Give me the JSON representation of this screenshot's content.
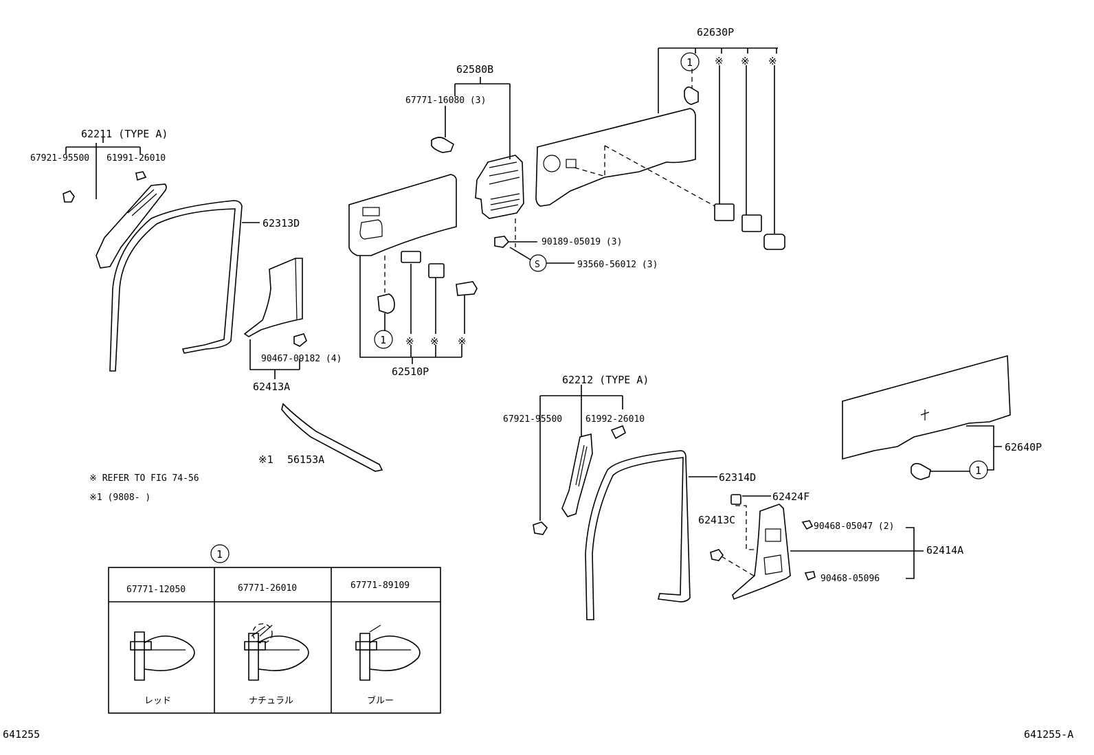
{
  "labels": {
    "p62630P": "62630P",
    "p62580B": "62580B",
    "p67771_16080": "67771-16080 (3)",
    "p62211": "62211 (TYPE  A)",
    "p67921_95500_a": "67921-95500",
    "p61991_26010": "61991-26010",
    "p62313D": "62313D",
    "p90189": "90189-05019 (3)",
    "p93560": "93560-56012 (3)",
    "s_mark": "S",
    "p90467": "90467-09182 (4)",
    "p62413A": "62413A",
    "p62510P": "62510P",
    "p62212": "62212 (TYPE  A)",
    "p67921_95500_b": "67921-95500",
    "p61992_26010": "61992-26010",
    "p56153A": "56153A",
    "star1": "※1",
    "p62640P": "62640P",
    "p62314D": "62314D",
    "p62424F": "62424F",
    "p62413C": "62413C",
    "p90468_05047": "90468-05047 (2)",
    "p62414A": "62414A",
    "p90468_05096": "90468-05096",
    "circ1": "1",
    "kome": "※"
  },
  "notes": {
    "refer": "※ REFER TO FIG 74-56",
    "note1": "※1 (9808-        )"
  },
  "clip_table": {
    "marker": "1",
    "parts": [
      "67771-12050",
      "67771-26010",
      "67771-89109"
    ],
    "colors": [
      "レッド",
      "ナチュラル",
      "ブルー"
    ]
  },
  "footer": {
    "left": "641255",
    "right": "641255-A"
  }
}
